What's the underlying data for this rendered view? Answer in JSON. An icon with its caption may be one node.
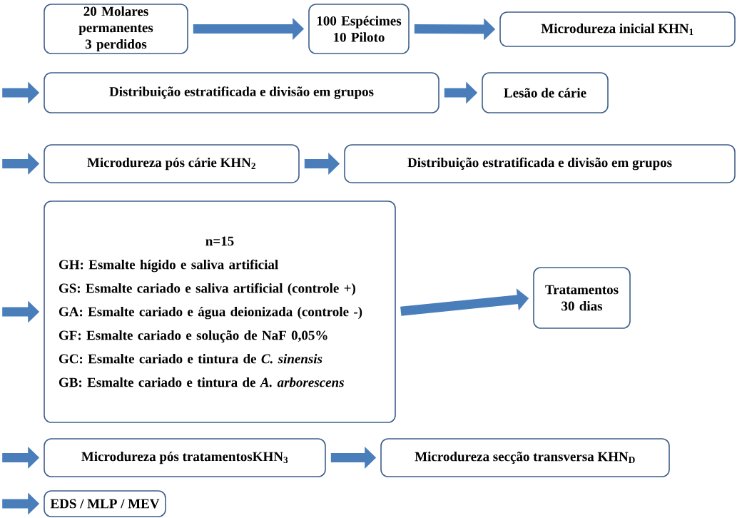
{
  "diagram": {
    "nodes": [
      {
        "text": [
          "20 Molares permanentes 3 perdidos"
        ]
      },
      {
        "text": [
          "100 Espécimes 10 Piloto"
        ]
      },
      {
        "text": [
          "Microdureza inicial KHN$_{1}$"
        ]
      },
      {
        "text": [
          "Distribuição estratificada e divisão em grupos"
        ]
      },
      {
        "text": [
          "Lesão de cárie"
        ]
      },
      {
        "text": [
          "Microdureza pós cárie KHN$_{2}$"
        ]
      },
      {
        "text": [
          "Distribuição estratificada e divisão em grupos"
        ]
      },
      {
        "text": [
          "n=15",
          "GH: Esmalte hígido e saliva artificial",
          "GS: Esmalte cariado e saliva artificial (controle +)",
          "GA: Esmalte cariado e água deionizada (controle -)",
          "GF: Esmalte cariado e solução de NaF 0,05%",
          "GC: Esmalte cariado e tintura de *C. sinensis*",
          "GB: Esmalte cariado e tintura de *A. arborescens*"
        ]
      },
      {
        "text": [
          "Tratamentos 30 dias"
        ]
      },
      {
        "text": [
          "Microdureza pós tratamentosKHN$_{3}$"
        ]
      },
      {
        "text": [
          "Microdureza secção transversa KHN$_{D}$"
        ]
      },
      {
        "text": [
          "EDS / MLP / MEV"
        ]
      }
    ],
    "edges": [
      {
        "from": 0,
        "to": 1,
        "arrow": "to"
      },
      {
        "from": 1,
        "to": 2,
        "arrow": "to"
      },
      {
        "from": null,
        "to": 3,
        "arrow": "to"
      },
      {
        "from": 3,
        "to": 4,
        "arrow": "to"
      },
      {
        "from": null,
        "to": 5,
        "arrow": "to"
      },
      {
        "from": 5,
        "to": 6,
        "arrow": "to"
      },
      {
        "from": null,
        "to": 7,
        "arrow": "to"
      },
      {
        "from": 7,
        "to": 8,
        "arrow": "to"
      },
      {
        "from": null,
        "to": 9,
        "arrow": "to"
      },
      {
        "from": 9,
        "to": 10,
        "arrow": "to"
      },
      {
        "from": null,
        "to": 11,
        "arrow": "to"
      }
    ]
  }
}
